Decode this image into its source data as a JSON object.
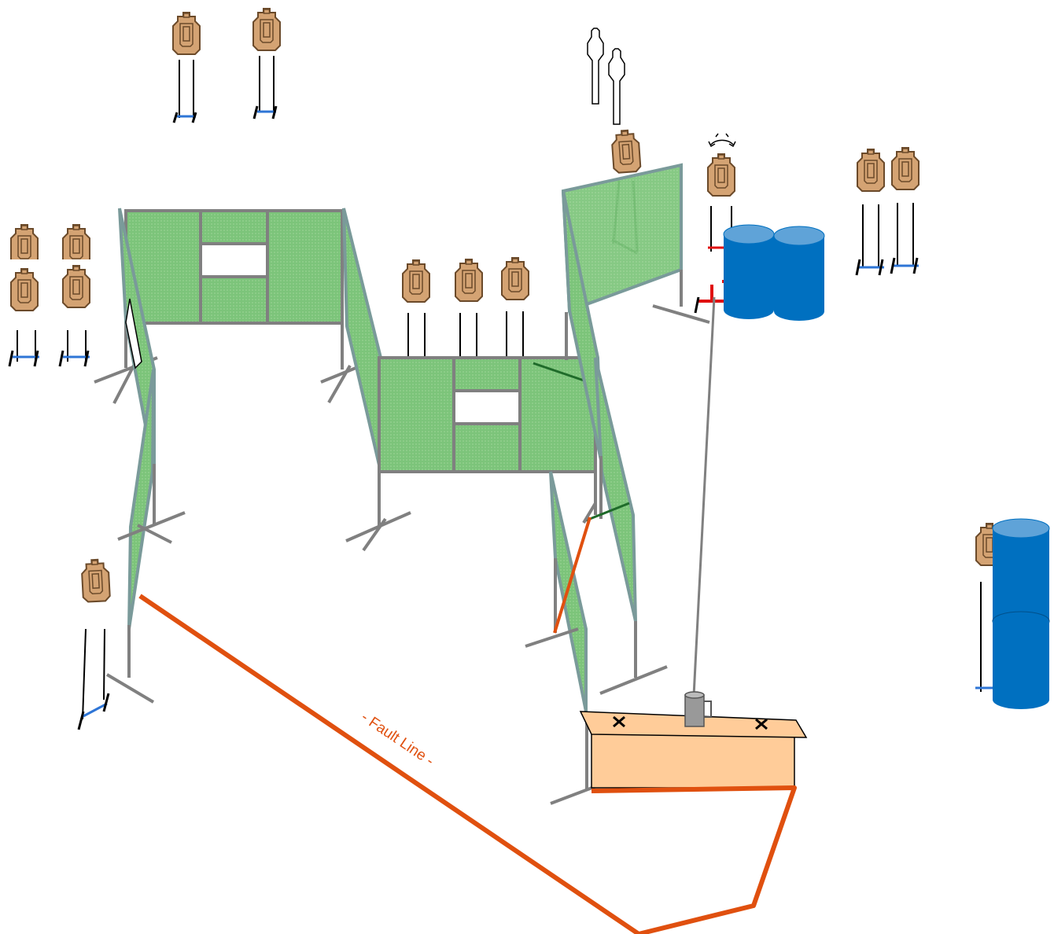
{
  "diagram": {
    "fault_line_label": "- Fault Line -"
  },
  "colors": {
    "wall_fill": "#7cc47a",
    "wall_frame": "#808080",
    "wall_edge": "#7a9a9a",
    "target_tan": "#d4a373",
    "target_outline": "#6b4a2a",
    "barrel_blue": "#0070c0",
    "barrel_top": "#5fa3d8",
    "fault_line": "#e0500f",
    "table_top": "#ffcc99",
    "can_gray": "#999999",
    "stand_blue": "#2e75d6",
    "stand_green": "#1f6b2a",
    "stand_red": "#e01010"
  },
  "elements": {
    "walls": [
      "wall-left-front",
      "wall-window-1",
      "wall-window-2",
      "wall-swing-right"
    ],
    "targets": [
      "target-top-1",
      "target-top-2",
      "target-left-stack-1",
      "target-left-stack-2",
      "target-center-1",
      "target-center-2",
      "target-center-3",
      "target-swinger",
      "target-right-1",
      "target-right-2",
      "target-behind-barrel-right",
      "target-left-front",
      "target-over-wall"
    ],
    "barrels": [
      "barrel-pair-left",
      "barrel-pair-right",
      "barrel-stack-right"
    ],
    "no_shoot_targets": [
      "no-shoot-1",
      "no-shoot-2"
    ],
    "table_marks": [
      "x-mark-left",
      "x-mark-right"
    ],
    "moving_target_icon": "rotate-arrows-icon",
    "activator": "coffee-can-activator"
  }
}
